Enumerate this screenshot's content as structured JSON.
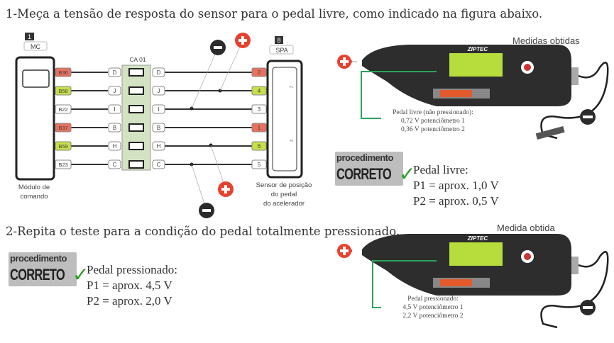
{
  "step1": "1-Meça a tensão de resposta do sensor para o pedal livre, como indicado na figura abaixo.",
  "step2": "2-Repita o teste para a condição do pedal totalmente pressionado.",
  "diagram": {
    "mc_number": "1",
    "mc_label": "MC",
    "mc_caption_1": "Módulo de",
    "mc_caption_2": "comando",
    "ca_label": "CA 01",
    "spa_number": "8",
    "spa_label": "SPA",
    "spa_caption_1": "Sensor de posição",
    "spa_caption_2": "do pedal",
    "spa_caption_3": "do acelerador",
    "p1": "P1",
    "p2": "P2",
    "rows": [
      {
        "mc_pin": "B36",
        "ca": "D",
        "spa_pin": "2",
        "color": "#e8705f"
      },
      {
        "mc_pin": "B58",
        "ca": "J",
        "spa_pin": "4",
        "color": "#c6e04a"
      },
      {
        "mc_pin": "B22",
        "ca": "I",
        "spa_pin": "3",
        "color": "#ffffff"
      },
      {
        "mc_pin": "B37",
        "ca": "B",
        "spa_pin": "1",
        "color": "#e8705f"
      },
      {
        "mc_pin": "B59",
        "ca": "H",
        "spa_pin": "6",
        "color": "#c6e04a"
      },
      {
        "mc_pin": "B23",
        "ca": "C",
        "spa_pin": "5",
        "color": "#ffffff"
      }
    ]
  },
  "meter1": {
    "caption": "Medidas obtidas",
    "brand": "ZIPTEC",
    "reading_title": "Pedal livre (não pressionado):",
    "reading_1": "0,72 V potenciômetro 1",
    "reading_2": "0,36 V potenciômetro 2"
  },
  "meter2": {
    "caption": "Medida obtida",
    "brand": "ZIPTEC",
    "reading_title": "Pedal pressionado:",
    "reading_1": "4,5 V potenciômetro 1",
    "reading_2": "2,2 V potenciômetro 2"
  },
  "badge": {
    "line1": "procedimento",
    "line2": "CORRETO"
  },
  "result1": {
    "title": "Pedal livre:",
    "p1": "P1 = aprox. 1,0 V",
    "p2": "P2 = aprox. 0,5 V"
  },
  "result2": {
    "title": "Pedal pressionado:",
    "p1": "P1 = aprox. 4,5 V",
    "p2": "P2 = aprox. 2,0 V"
  },
  "colors": {
    "plus": "#e8412f",
    "minus": "#2b2b2b",
    "lead": "#2aa55a",
    "ca_fill": "#d4e2c4"
  }
}
